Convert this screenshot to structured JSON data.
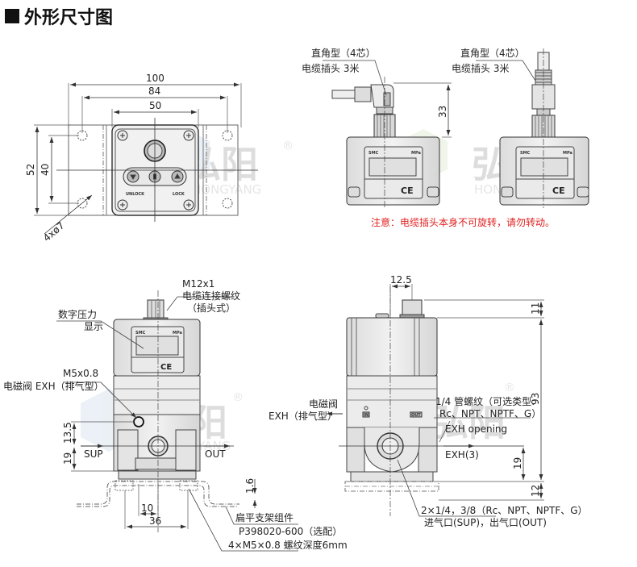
{
  "title": "外形尺寸图",
  "watermark": {
    "cn": "弘阳",
    "en": "HONGYANG",
    "reg": "®"
  },
  "top_view": {
    "dims": {
      "overall_width": "100",
      "hole_pitch": "84",
      "body_width": "50",
      "height_overall": "52",
      "hole_pitch_vertical": "40",
      "holes": "4xø7"
    },
    "buttons": {
      "unlock": "UNLOCK",
      "lock": "LOCK"
    }
  },
  "cable_views": [
    {
      "name": "right-angle",
      "label_line1": "直角型（4芯）",
      "label_line2": "电缆插头 3米",
      "dim_height": "33"
    },
    {
      "name": "straight",
      "label_line1": "直角型（4芯）",
      "label_line2": "电缆插头 3米"
    }
  ],
  "device_labels": {
    "brand": "SMC",
    "unit": "MPa",
    "ce": "CE"
  },
  "warning": "注意：电缆插头本身不可旋转，请勿转动。",
  "front_view": {
    "connector_label_1": "M12x1",
    "connector_label_2": "电缆连接螺纹",
    "connector_label_3": "（插头式）",
    "display_label_1": "数字压力",
    "display_label_2": "显示",
    "exh_label_1": "M5x0.8",
    "exh_label_2": "电磁阀 EXH（排气型）",
    "sup": "SUP",
    "out": "OUT",
    "dims": {
      "d13_5": "13.5",
      "d19": "19",
      "d10": "10",
      "d36": "36",
      "d1_6": "1.6"
    },
    "bracket_label_1": "扁平支架组件",
    "bracket_label_2": "P398020-600（选配）",
    "thread_label": "4×M5×0.8 螺纹深度6mm"
  },
  "side_view": {
    "dims": {
      "d12_5": "12.5",
      "d11": "11",
      "d93": "93",
      "d19": "19",
      "d12": "12"
    },
    "valve_label_1": "电磁阀",
    "valve_label_2": "EXH（排气型）",
    "pipe_label_1": "1/4 管螺纹（可选类型:",
    "pipe_label_2": "Rc、NPT、NPTF、G）",
    "exh_opening": "EXH opening",
    "exh3": "EXH(3)",
    "port_label_1": "2×1/4，3/8（Rc、NPT、NPTF、G）",
    "port_label_2": "进气口(SUP)，出气口(OUT)",
    "port_marks": {
      "in": "IN",
      "out": "OUT"
    }
  }
}
